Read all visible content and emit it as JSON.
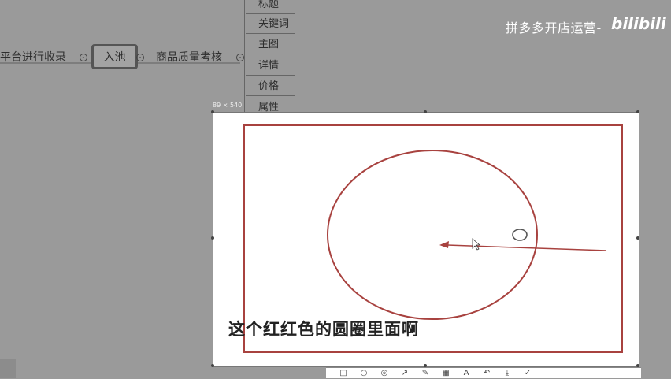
{
  "mindmap": {
    "node1": "平台进行收录",
    "node2": "入池",
    "node3": "商品质量考核",
    "collapse_symbol": "⊖",
    "branches": [
      "标题",
      "关键词",
      "主图",
      "详情",
      "价格",
      "属性"
    ]
  },
  "brand": {
    "channel_text": "拼多多开店运营-",
    "logo_text": "bilibili"
  },
  "capture": {
    "size_label": "89 × 540"
  },
  "caption": {
    "text": "这个红红色的圆圈里面啊"
  },
  "toolbar": {
    "icons": [
      "rectangle-icon",
      "circle-icon",
      "brush-icon",
      "arrow-icon",
      "pen-icon",
      "mosaic-icon",
      "text-icon",
      "undo-icon",
      "save-icon",
      "confirm-icon"
    ],
    "glyphs": [
      "□",
      "○",
      "◎",
      "↗",
      "✎",
      "▦",
      "A",
      "↶",
      "⤓",
      "✓"
    ]
  },
  "colors": {
    "annotation_red": "#a8423f",
    "background_gray": "#9a9a9a"
  }
}
